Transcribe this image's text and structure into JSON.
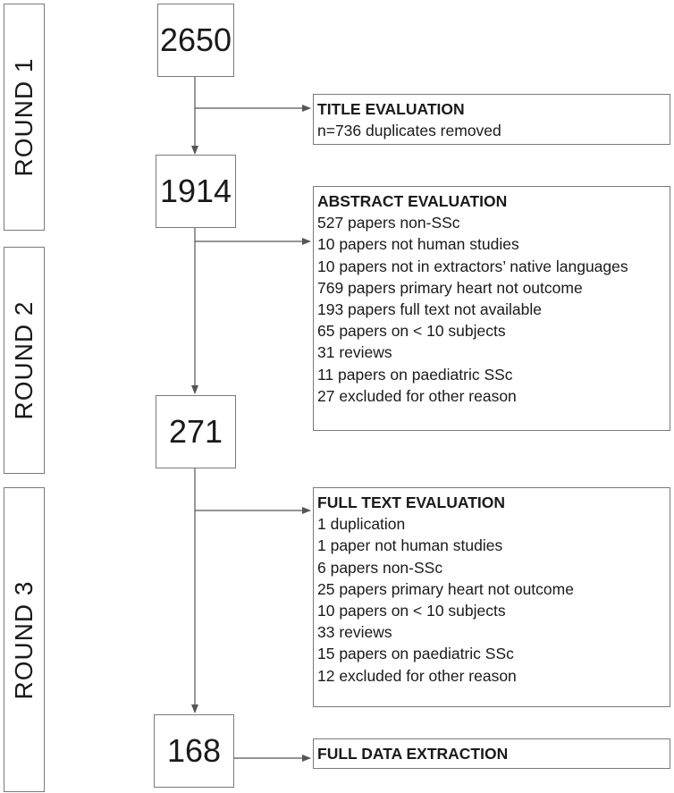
{
  "rounds": [
    "ROUND 1",
    "ROUND 2",
    "ROUND 3"
  ],
  "counts": [
    "2650",
    "1914",
    "271",
    "168"
  ],
  "evaluations": {
    "title": {
      "heading": "TITLE EVALUATION",
      "items": [
        "n=736 duplicates removed"
      ]
    },
    "abstract": {
      "heading": "ABSTRACT EVALUATION",
      "items": [
        "527 papers non-SSc",
        "10 papers not human studies",
        "10 papers not in extractors’ native languages",
        "769 papers primary heart not outcome",
        "193 papers full text not available",
        "65 papers on < 10 subjects",
        "31 reviews",
        "11 papers on paediatric SSc",
        "27 excluded for other reason"
      ]
    },
    "full_text": {
      "heading": "FULL TEXT EVALUATION",
      "items": [
        "1 duplication",
        "1 paper not human studies",
        "6 papers non-SSc",
        "25 papers primary heart not outcome",
        "10 papers on < 10 subjects",
        "33 reviews",
        "15 papers on paediatric SSc",
        "12 excluded for other reason"
      ]
    },
    "extraction": {
      "heading": "FULL DATA EXTRACTION",
      "items": []
    }
  }
}
